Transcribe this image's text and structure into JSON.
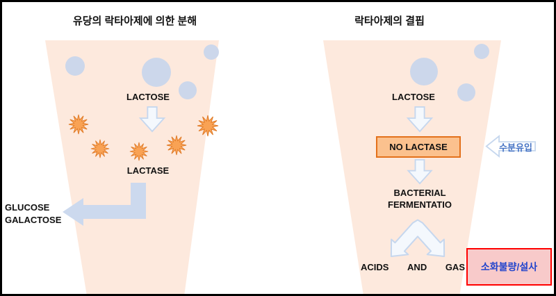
{
  "left_panel": {
    "title": "유당의 락타아제에 의한 분해",
    "lactose_label": "LACTOSE",
    "lactase_label": "LACTASE",
    "product_line1": "GLUCOSE",
    "product_line2": "GALACTOSE"
  },
  "right_panel": {
    "title": "락타아제의 결핍",
    "lactose_label": "LACTOSE",
    "no_lactase_label": "NO LACTASE",
    "water_influx_label": "수분유입",
    "fermentation_line1": "BACTERIAL",
    "fermentation_line2": "FERMENTATIO",
    "acids_label": "ACIDS",
    "and_label": "AND",
    "gas_label": "GAS",
    "outcome_label": "소화불량/설사"
  },
  "colors": {
    "funnel_fill": "#fde9dd",
    "molecule_fill": "#ccd7eb",
    "starburst_fill": "#f9a254",
    "starburst_stroke": "#e07b28",
    "arrow_fill": "#f4f8fd",
    "arrow_stroke": "#c6d7ee",
    "bent_arrow_fill": "#ccd9ee",
    "no_lactase_fill": "#fbc18e",
    "no_lactase_border": "#e3701a",
    "outcome_fill": "#f8caca",
    "outcome_border": "#ff0000",
    "water_text_color": "#4472c4",
    "outcome_text_color": "#2244cc"
  }
}
